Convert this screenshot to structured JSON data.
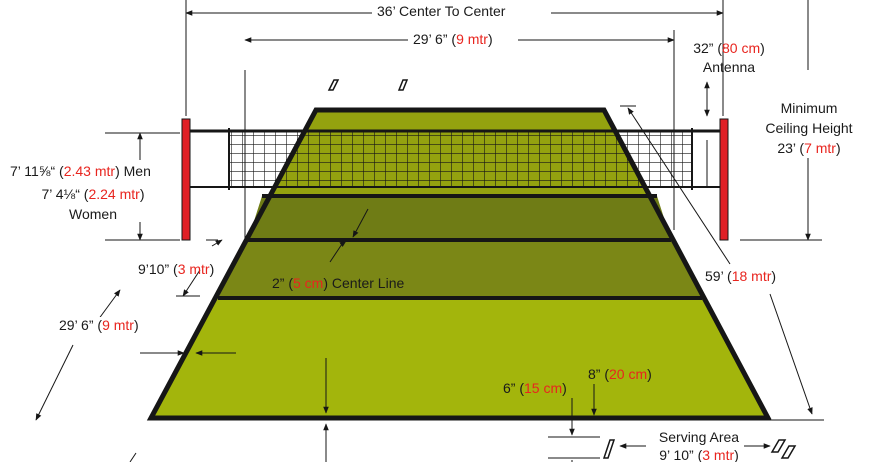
{
  "colors": {
    "court_light": "#a3b50c",
    "court_mid": "#94a20f",
    "court_dark": "#6f7c15",
    "outline": "#161616",
    "post": "#e01f26",
    "metric_text": "#e8251f"
  },
  "labels": {
    "center_to_center": {
      "imperial": "36’ Center To Center"
    },
    "court_width": {
      "imperial": "29’ 6” (",
      "metric": "9 mtr",
      "close": ")"
    },
    "antenna": {
      "imperial": "32” (",
      "metric": "80 cm",
      "close": ")",
      "name": "Antenna"
    },
    "ceiling": {
      "line1": "Minimum",
      "line2": "Ceiling Height",
      "imperial": "23’ (",
      "metric": "7 mtr",
      "close": ")"
    },
    "net_men": {
      "imperial": "7’ 11⅝“ (",
      "metric": "2.43 mtr",
      "close": ") Men"
    },
    "net_women": {
      "imperial": "7’ 4⅛“ (",
      "metric": "2.24 mtr",
      "close": ")",
      "name": "Women"
    },
    "attack_line": {
      "imperial": "9’10” (",
      "metric": "3 mtr",
      "close": ")"
    },
    "center_line": {
      "imperial": "2” (",
      "metric": "5 cm",
      "close": ") Center Line"
    },
    "court_length": {
      "imperial": "59’ (",
      "metric": "18 mtr",
      "close": ")"
    },
    "half_court": {
      "imperial": "29’ 6” (",
      "metric": "9 mtr",
      "close": ")"
    },
    "line_width": {
      "imperial": "6” (",
      "metric": "15 cm",
      "close": ")"
    },
    "service_mark": {
      "imperial": "8” (",
      "metric": "20 cm",
      "close": ")"
    },
    "serving_area": {
      "name": "Serving Area",
      "imperial": "9’ 10” (",
      "metric": "3 mtr",
      "close": ")"
    }
  }
}
